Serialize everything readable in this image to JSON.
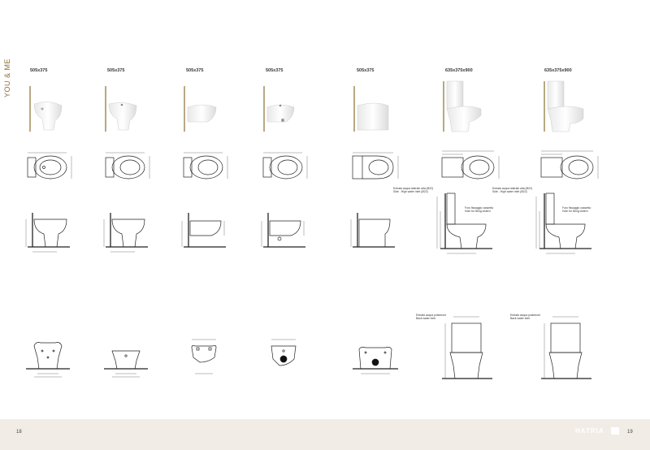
{
  "section_title": "YOU & ME",
  "products": [
    {
      "size": "505x375"
    },
    {
      "size": "505x375"
    },
    {
      "size": "505x375"
    },
    {
      "size": "505x375"
    },
    {
      "size": "505x375"
    },
    {
      "size": "635x375x900"
    },
    {
      "size": "635x375x900"
    }
  ],
  "notes": {
    "side_inlet_1": "Entrata acqua laterale alta (Ø22)",
    "side_inlet_2": "Side - High water inlet (Ø22)",
    "fix_hole_1": "Foro fissaggio cassetta",
    "fix_hole_2": "Hole for fixing cistern",
    "back_inlet_1": "Entrata acqua posteriore",
    "back_inlet_2": "Back water inlet"
  },
  "footer": {
    "page_left": "18",
    "page_right": "19",
    "brand": "HATRIA"
  },
  "colors": {
    "accent": "#8a6d2e",
    "footer_bg": "#f1ede6"
  }
}
